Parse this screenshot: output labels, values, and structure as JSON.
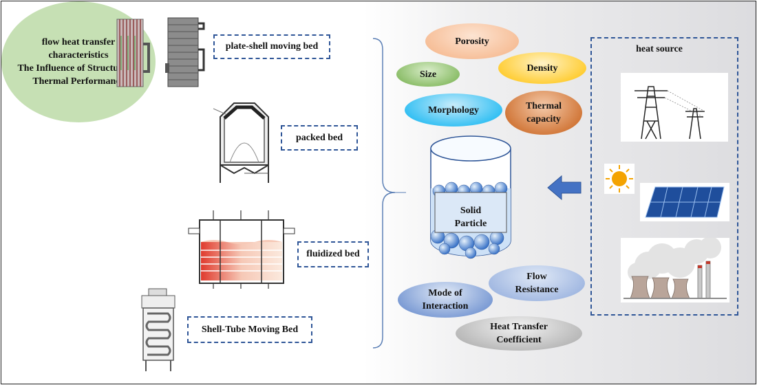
{
  "structures": {
    "plate_shell": "plate-shell moving bed",
    "packed": "packed bed",
    "fluidized": "fluidized bed",
    "shell_tube": "Shell-Tube Moving Bed"
  },
  "center_topic": {
    "line1": "flow heat transfer",
    "line2": "characteristics",
    "line3": "The Influence of Structure on",
    "line4": "Thermal Performance"
  },
  "particle_properties": {
    "porosity": "Porosity",
    "size": "Size",
    "density": "Density",
    "morphology": "Morphology",
    "thermal_capacity_1": "Thermal",
    "thermal_capacity_2": "capacity"
  },
  "solid_particle": {
    "line1": "Solid",
    "line2": "Particle"
  },
  "flow_properties": {
    "flow_resistance_1": "Flow",
    "flow_resistance_2": "Resistance",
    "mode_1": "Mode of",
    "mode_2": "Interaction",
    "htc_1": "Heat Transfer",
    "htc_2": "Coefficient"
  },
  "heat_source": {
    "title": "heat source"
  },
  "colors": {
    "dash_border": "#2e5597",
    "flow_ellipse": "#c6e0b4",
    "porosity": "#f4b183",
    "size": "#70ad47",
    "density": "#ffc000",
    "morphology": "#00b0f0",
    "thermal": "#c55a11",
    "interaction_ellipses": "#8ea9db",
    "htc": "#a5a5a5",
    "arrow": "#4472c4"
  }
}
